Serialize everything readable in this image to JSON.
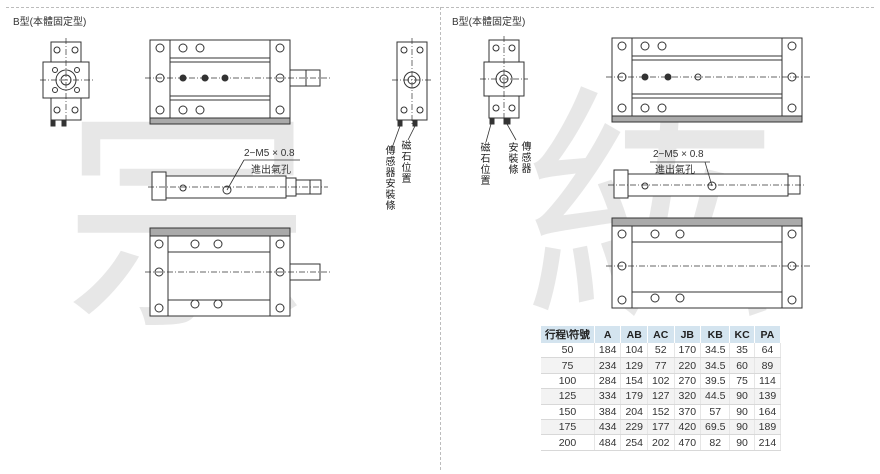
{
  "sections": {
    "left_title": "B型(本體固定型)",
    "right_title": "B型(本體固定型)"
  },
  "watermark": {
    "left_char": "宗",
    "right_char": "紘",
    "color": "#d4d4d4"
  },
  "callouts": {
    "left_port_spec": "2−M5 × 0.8",
    "left_port_name": "進出氣孔",
    "left_sensor_mount": "傳感器安裝條",
    "left_magnet_pos": "磁石位置",
    "right_port_spec": "2−M5 × 0.8",
    "right_port_name": "進出氣孔",
    "right_magnet_pos": "磁石位置",
    "right_sensor_mount_1": "傳感器",
    "right_sensor_mount_2": "安裝條"
  },
  "table": {
    "header_color": "#d4e4ef",
    "columns": [
      "行程\\符號",
      "A",
      "AB",
      "AC",
      "JB",
      "KB",
      "KC",
      "PA"
    ],
    "rows": [
      [
        "50",
        "184",
        "104",
        "52",
        "170",
        "34.5",
        "35",
        "64"
      ],
      [
        "75",
        "234",
        "129",
        "77",
        "220",
        "34.5",
        "60",
        "89"
      ],
      [
        "100",
        "284",
        "154",
        "102",
        "270",
        "39.5",
        "75",
        "114"
      ],
      [
        "125",
        "334",
        "179",
        "127",
        "320",
        "44.5",
        "90",
        "139"
      ],
      [
        "150",
        "384",
        "204",
        "152",
        "370",
        "57",
        "90",
        "164"
      ],
      [
        "175",
        "434",
        "229",
        "177",
        "420",
        "69.5",
        "90",
        "189"
      ],
      [
        "200",
        "484",
        "254",
        "202",
        "470",
        "82",
        "90",
        "214"
      ]
    ]
  }
}
